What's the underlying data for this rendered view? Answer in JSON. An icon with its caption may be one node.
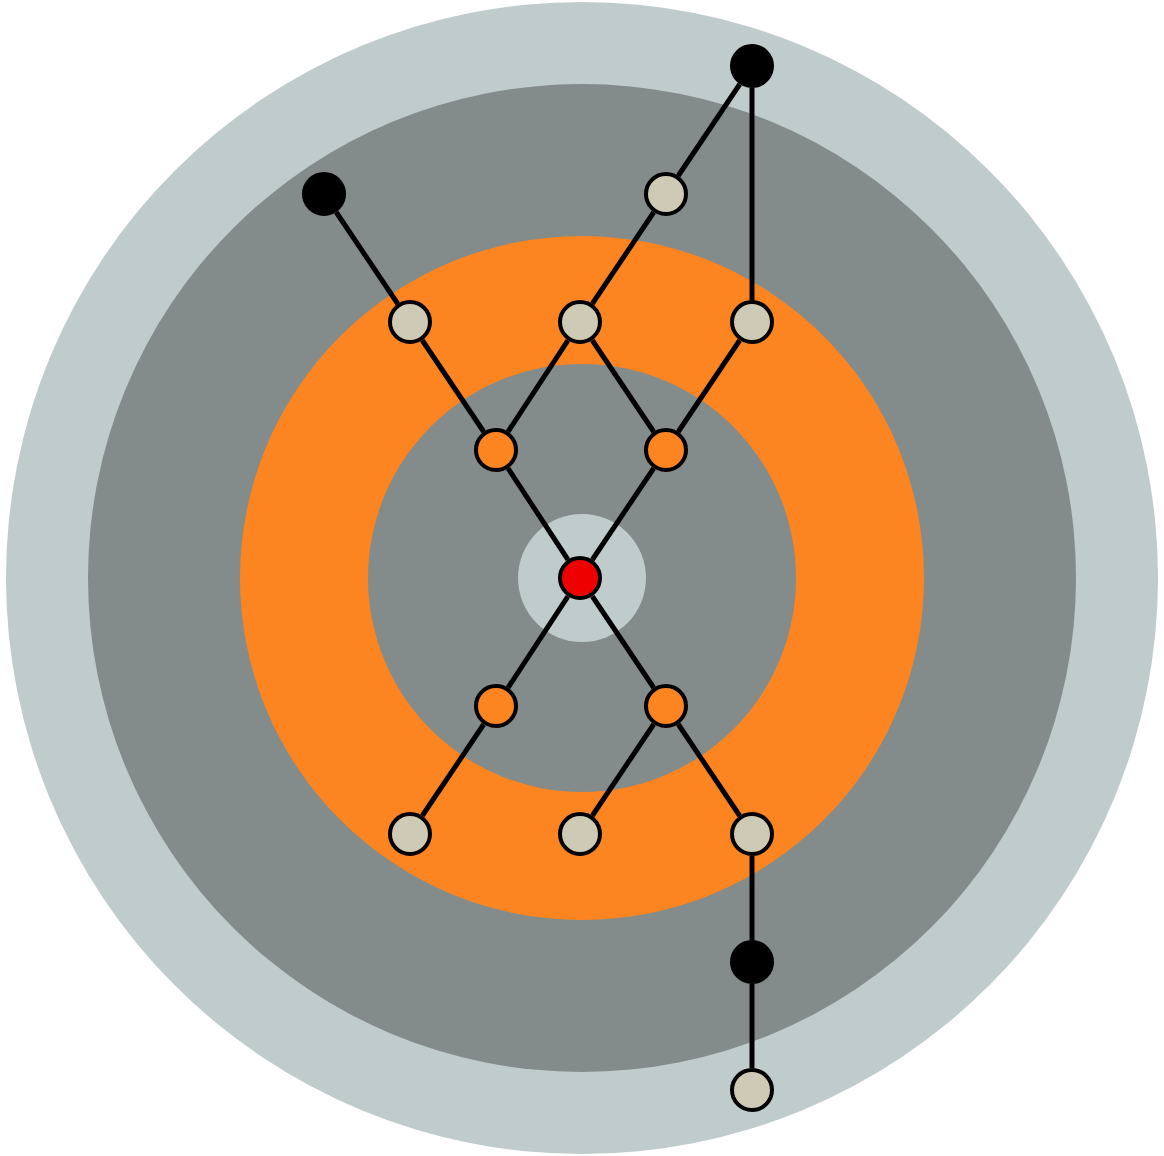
{
  "diagram": {
    "nodes": [
      {
        "text": [],
        "shape": "circle"
      },
      {
        "text": [],
        "shape": "circle"
      },
      {
        "text": [],
        "shape": "circle"
      },
      {
        "text": [],
        "shape": "circle"
      },
      {
        "text": [],
        "shape": "circle"
      },
      {
        "text": [],
        "shape": "circle"
      },
      {
        "text": [],
        "shape": "circle"
      },
      {
        "text": [],
        "shape": "circle"
      },
      {
        "text": [],
        "shape": "circle"
      },
      {
        "text": [],
        "shape": "circle"
      },
      {
        "text": [],
        "shape": "circle"
      },
      {
        "text": [],
        "shape": "circle"
      },
      {
        "text": [],
        "shape": "circle"
      },
      {
        "text": [],
        "shape": "circle"
      },
      {
        "text": [],
        "shape": "circle"
      },
      {
        "text": [],
        "shape": "circle"
      }
    ],
    "edges": [
      {
        "from": 0,
        "to": 2,
        "arrow": "none"
      },
      {
        "from": 0,
        "to": 5,
        "arrow": "none"
      },
      {
        "from": 1,
        "to": 3,
        "arrow": "none"
      },
      {
        "from": 2,
        "to": 4,
        "arrow": "none"
      },
      {
        "from": 3,
        "to": 6,
        "arrow": "none"
      },
      {
        "from": 4,
        "to": 6,
        "arrow": "none"
      },
      {
        "from": 4,
        "to": 7,
        "arrow": "none"
      },
      {
        "from": 5,
        "to": 7,
        "arrow": "none"
      },
      {
        "from": 6,
        "to": 8,
        "arrow": "none"
      },
      {
        "from": 7,
        "to": 8,
        "arrow": "none"
      },
      {
        "from": 8,
        "to": 9,
        "arrow": "none"
      },
      {
        "from": 8,
        "to": 10,
        "arrow": "none"
      },
      {
        "from": 9,
        "to": 11,
        "arrow": "none"
      },
      {
        "from": 10,
        "to": 12,
        "arrow": "none"
      },
      {
        "from": 10,
        "to": 13,
        "arrow": "none"
      },
      {
        "from": 13,
        "to": 14,
        "arrow": "none"
      },
      {
        "from": 14,
        "to": 15,
        "arrow": "none"
      }
    ]
  }
}
